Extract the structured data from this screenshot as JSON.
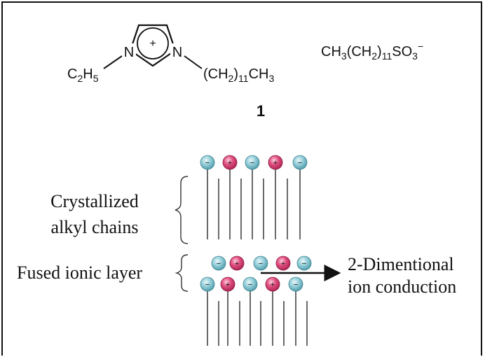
{
  "molecule": {
    "cation_left_substituent": "C2H5",
    "cation_right_substituent": "(CH2)11CH3",
    "ring_charge": "+",
    "nitrogen_label": "N",
    "anion_formula": "CH3(CH2)11SO3",
    "anion_charge": "−",
    "compound_number": "1"
  },
  "labels": {
    "crystallized_line1": "Crystallized",
    "crystallized_line2": "alkyl chains",
    "fused_layer": "Fused ionic layer",
    "conduction_line1": "2-Dimentional",
    "conduction_line2": "ion conduction"
  },
  "ion_charges": {
    "cation": "+",
    "anion": "−"
  },
  "colors": {
    "cation": "#d63a6e",
    "anion": "#6fb9c6",
    "chain": "#444444",
    "ink": "#111111"
  }
}
